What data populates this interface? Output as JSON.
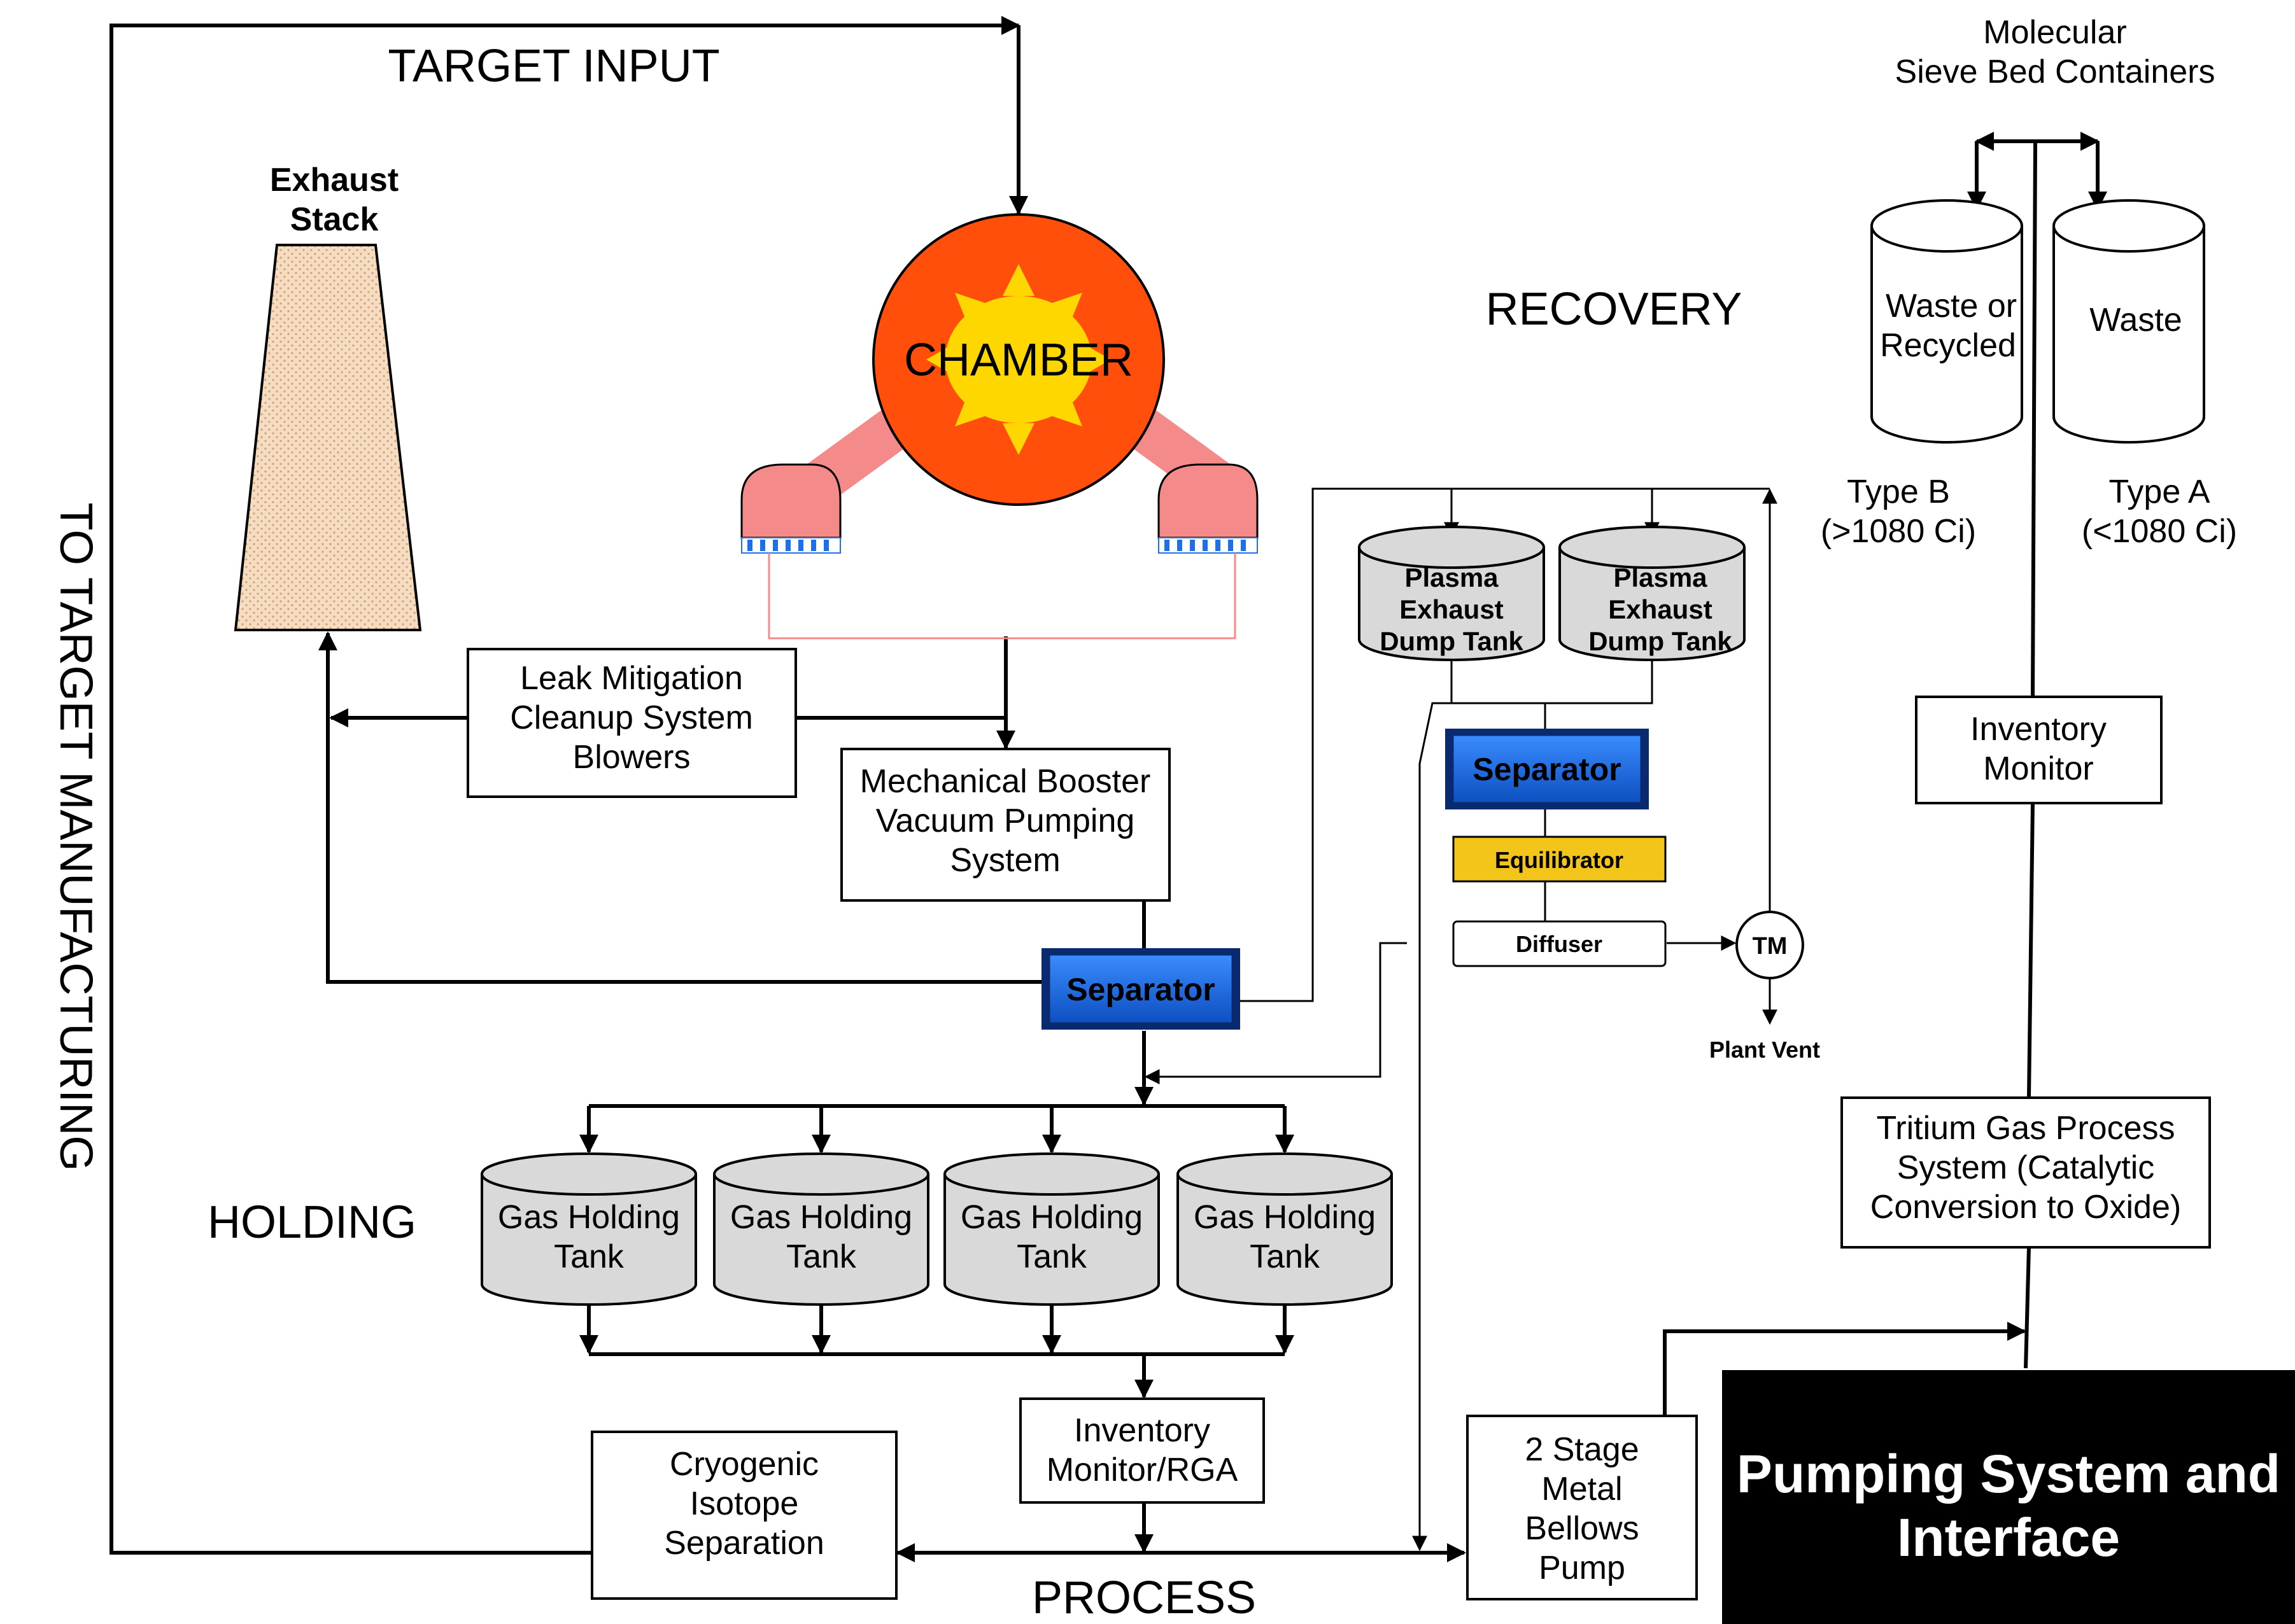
{
  "labels": {
    "target_input": "TARGET INPUT",
    "to_target_manufacturing": "TO TARGET MANUFACTURING",
    "recovery": "RECOVERY",
    "holding": "HOLDING",
    "process": "PROCESS",
    "chamber": "CHAMBER",
    "exhaust_stack": [
      "Exhaust",
      "Stack"
    ],
    "molecular_sieve": [
      "Molecular",
      "Sieve Bed Containers"
    ],
    "waste_or_recycled": [
      "Waste or",
      "Recycled"
    ],
    "waste": "Waste",
    "type_b": [
      "Type B",
      "(>1080 Ci)"
    ],
    "type_a": [
      "Type A",
      "(<1080 Ci)"
    ],
    "leak_mitigation": [
      "Leak Mitigation",
      "Cleanup System",
      "Blowers"
    ],
    "mechanical_booster": [
      "Mechanical Booster",
      "Vacuum Pumping",
      "System"
    ],
    "separator_main": "Separator",
    "separator_recovery": "Separator",
    "plasma_tank": [
      "Plasma",
      "Exhaust",
      "Dump Tank"
    ],
    "equilibrator": "Equilibrator",
    "diffuser": "Diffuser",
    "tm": "TM",
    "plant_vent": "Plant Vent",
    "inventory_monitor": [
      "Inventory",
      "Monitor"
    ],
    "tritium_gas": [
      "Tritium Gas Process",
      "System (Catalytic",
      "Conversion to Oxide)"
    ],
    "gas_holding_tank": [
      "Gas Holding",
      "Tank"
    ],
    "inventory_rga": [
      "Inventory",
      "Monitor/RGA"
    ],
    "cryogenic": [
      "Cryogenic",
      "Isotope",
      "Separation"
    ],
    "bellows_pump": [
      "2 Stage",
      "Metal",
      "Bellows",
      "Pump"
    ],
    "pumping_system": [
      "Pumping System and",
      "Interface"
    ]
  },
  "colors": {
    "chamber": "#ff4f0a",
    "sun": "#ffd700",
    "arm": "#f48a8a",
    "separator": "#1e6fe8",
    "equilibrator": "#f3c41a",
    "tank_fill": "#d9d9d9",
    "stack_fill": "#f6dcc0",
    "banner": "#000000"
  }
}
